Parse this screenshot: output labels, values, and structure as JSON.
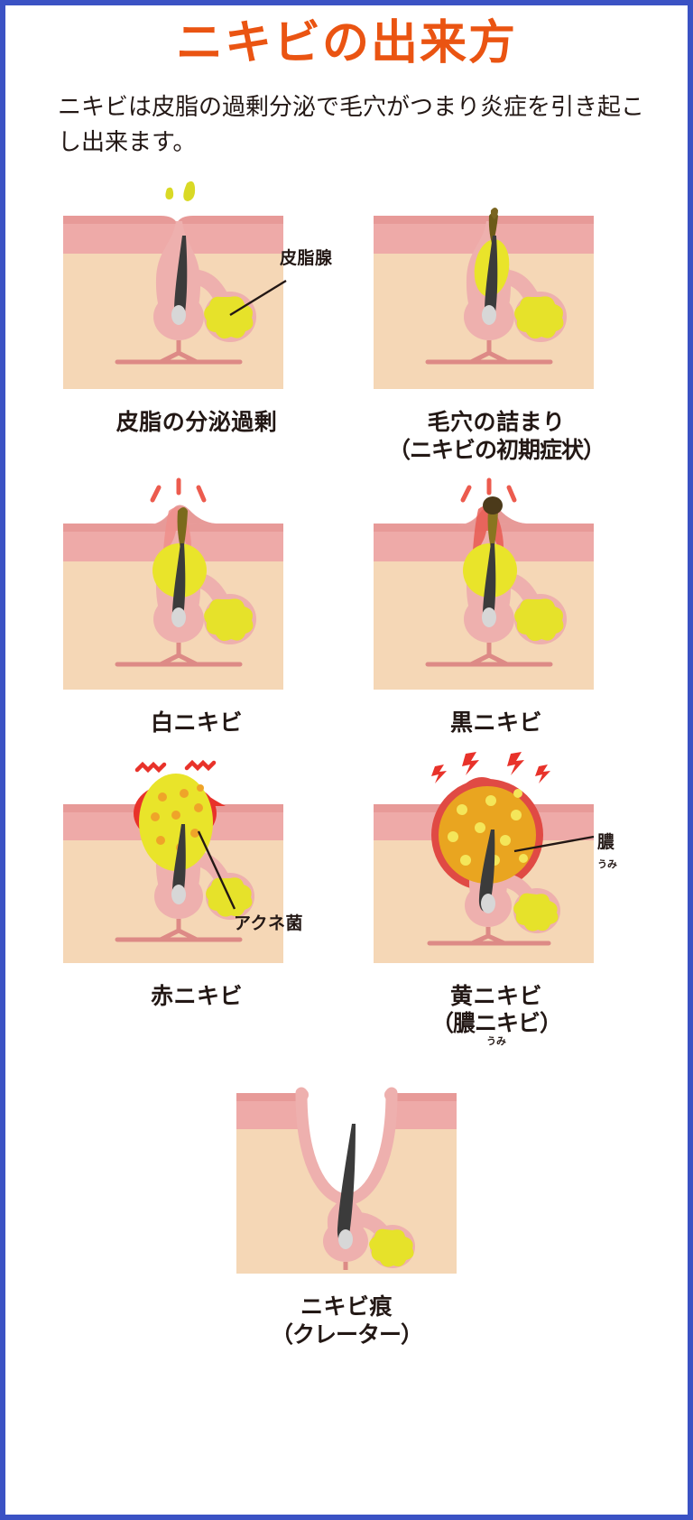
{
  "poster": {
    "title": "ニキビの出来方",
    "title_color": "#ea5412",
    "border_color": "#3b52c4",
    "lede": "ニキビは皮脂の過剰分泌で毛穴がつまり炎症を引き起こし出来ます。"
  },
  "palette": {
    "epidermis": "#eeaaa8",
    "epidermis_top": "#e9a3a1",
    "dermis": "#f5d7b6",
    "follicle": "#eeb0ae",
    "hair": "#3b3b3b",
    "sebum_yellow": "#e9e42a",
    "sebum_gland": "#e6e22a",
    "pus_orange": "#e9a520",
    "inflammation_red": "#e8322a",
    "plug_dark": "#6d5a18",
    "plug_black": "#4b3a1a",
    "vessel": "#dd8a86",
    "bulb_white": "#d7d7d7"
  },
  "stages": [
    {
      "id": "stage-sebum-overproduction",
      "caption": "皮脂の分泌過剰",
      "caption_sub": "",
      "callout": {
        "label": "皮脂腺",
        "ruby": ""
      },
      "art": "overproduction"
    },
    {
      "id": "stage-clogged-pore",
      "caption": "毛穴の詰まり",
      "caption_sub": "（ニキビの初期症状）",
      "callout": null,
      "art": "clogged"
    },
    {
      "id": "stage-whitehead",
      "caption": "白ニキビ",
      "caption_sub": "",
      "callout": null,
      "art": "whitehead"
    },
    {
      "id": "stage-blackhead",
      "caption": "黒ニキビ",
      "caption_sub": "",
      "callout": null,
      "art": "blackhead"
    },
    {
      "id": "stage-red-acne",
      "caption": "赤ニキビ",
      "caption_sub": "",
      "callout": {
        "label": "アクネ菌",
        "ruby": ""
      },
      "art": "red"
    },
    {
      "id": "stage-yellow-acne",
      "caption": "黄ニキビ",
      "caption_sub": "（膿ニキビ）",
      "caption_ruby": "うみ",
      "callout": {
        "label": "膿",
        "ruby": "うみ"
      },
      "art": "yellow"
    },
    {
      "id": "stage-acne-scar",
      "caption": "ニキビ痕",
      "caption_sub": "（クレーター）",
      "callout": null,
      "art": "scar"
    }
  ]
}
